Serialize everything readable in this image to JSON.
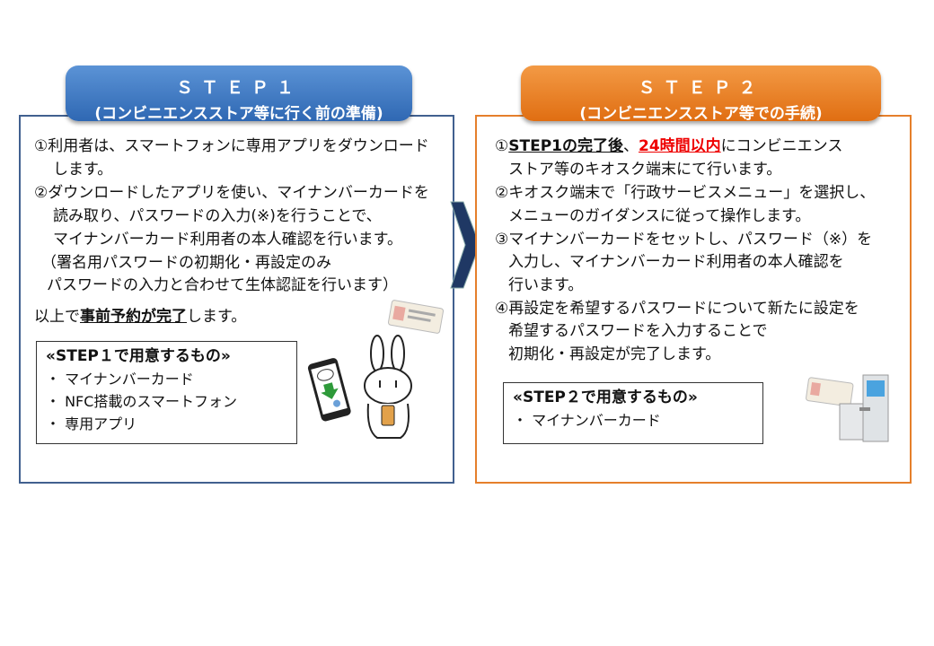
{
  "step1": {
    "title": "ＳＴＥＰ１",
    "subtitle": "(コンビニエンスストア等に行く前の準備)",
    "lines": [
      "①利用者は、スマートフォンに専用アプリをダウンロード",
      "します。",
      "②ダウンロードしたアプリを使い、マイナンバーカードを",
      "読み取り、パスワードの入力(※)を行うことで、",
      "マイナンバーカード利用者の本人確認を行います。",
      "（署名用パスワードの初期化・再設定のみ",
      "パスワードの入力と合わせて生体認証を行います）"
    ],
    "complete_prefix": "以上で",
    "complete_bold": "事前予約が完了",
    "complete_suffix": "します。",
    "items_title": "«STEP１で用意するもの»",
    "items": [
      "・ マイナンバーカード",
      "・ NFC搭載のスマートフォン",
      "・ 専用アプリ"
    ]
  },
  "step2": {
    "title": "ＳＴＥＰ２",
    "subtitle": "(コンビニエンスストア等での手続)",
    "line1_num": "①",
    "line1_bold": "STEP1の完了後",
    "line1_sep": "、",
    "line1_red": "24時間以内",
    "line1_rest": "にコンビニエンス",
    "lines": [
      "ストア等のキオスク端末にて行います。",
      "②キオスク端末で「行政サービスメニュー」を選択し、",
      "メニューのガイダンスに従って操作します。",
      "③マイナンバーカードをセットし、パスワード（※）を",
      "入力し、マイナンバーカード利用者の本人確認を",
      "行います。",
      "④再設定を希望するパスワードについて新たに設定を",
      "希望するパスワードを入力することで",
      "初期化・再設定が完了します。"
    ],
    "items_title": "«STEP２で用意するもの»",
    "items": [
      "・ マイナンバーカード"
    ]
  },
  "colors": {
    "blue": "#3d73b8",
    "orange": "#ec7a1c",
    "navy": "#1f3864"
  }
}
